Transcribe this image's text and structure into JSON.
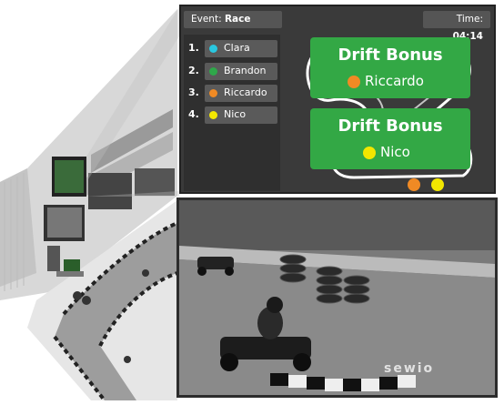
{
  "header": {
    "event_label": "Event:",
    "event_value": "Race",
    "time_label": "Time:",
    "time_value": "04:14"
  },
  "ranking": [
    {
      "rank": "1.",
      "name": "Clara",
      "color": "#29c7e0"
    },
    {
      "rank": "2.",
      "name": "Brandon",
      "color": "#2ea84a"
    },
    {
      "rank": "3.",
      "name": "Riccardo",
      "color": "#f08a24"
    },
    {
      "rank": "4.",
      "name": "Nico",
      "color": "#f2e600"
    }
  ],
  "bonuses": [
    {
      "title": "Drift Bonus",
      "driver": "Riccardo",
      "color": "#f08a24"
    },
    {
      "title": "Drift Bonus",
      "driver": "Nico",
      "color": "#f2e600"
    }
  ],
  "track_markers": [
    {
      "color": "#f08a24"
    },
    {
      "color": "#f2e600"
    }
  ],
  "colors": {
    "panel": "#3a3a3a",
    "bonus_green": "#33a845"
  },
  "logo": {
    "text": "sewio"
  }
}
